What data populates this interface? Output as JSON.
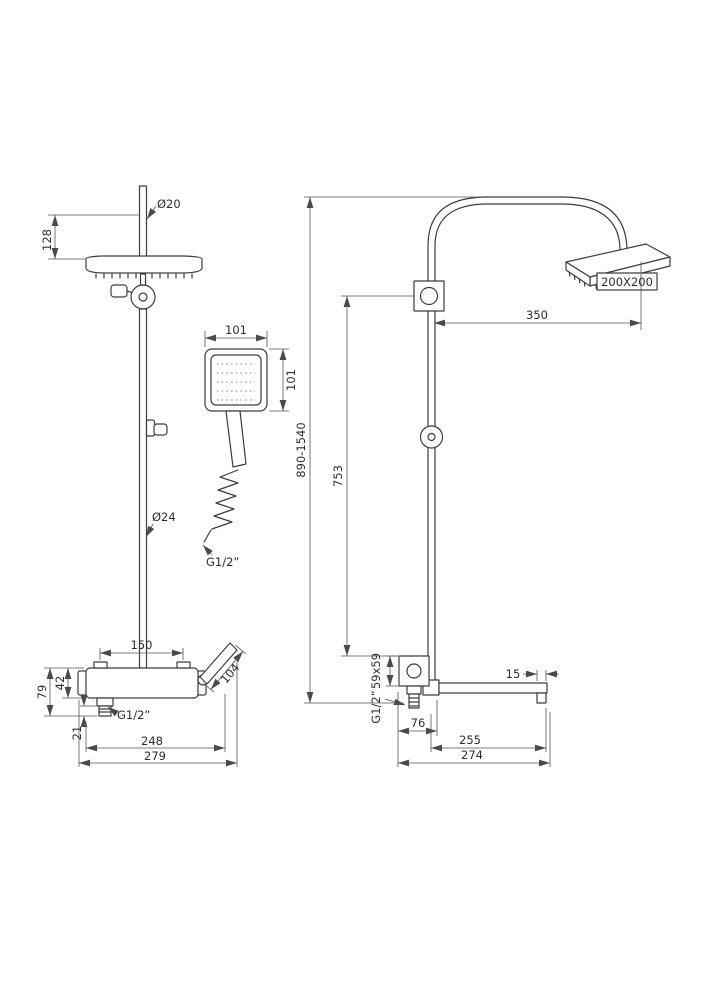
{
  "drawing": {
    "type": "technical-dimension-drawing",
    "subject": "thermostatic shower column, front and side views"
  },
  "colors": {
    "background": "#ffffff",
    "object_line": "#3d3d3d",
    "dimension_line": "#555555"
  },
  "front": {
    "dia_top": "Ø20",
    "h128": "128",
    "handset_w": "101",
    "handset_h": "101",
    "dia_pole": "Ø24",
    "hose_thread": "G1/2”",
    "spacing150": "150",
    "handle104": "104",
    "h42": "42",
    "h79": "79",
    "h21": "21",
    "outlet_thread": "G1/2”",
    "w248": "248",
    "w279": "279"
  },
  "side": {
    "head_size": "200X200",
    "reach350": "350",
    "height_range": "890-1540",
    "pole753": "753",
    "valve59": "59x59",
    "thread": "G1/2”",
    "off76": "76",
    "tip15": "15",
    "reach255": "255",
    "reach274": "274"
  }
}
